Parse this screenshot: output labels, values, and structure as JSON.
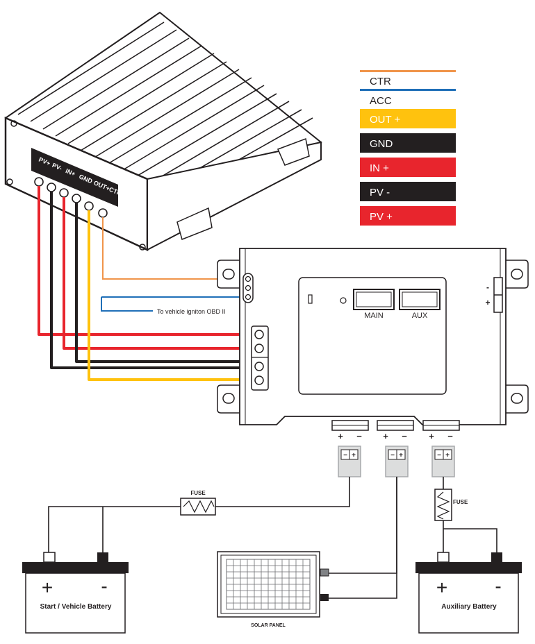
{
  "legend": {
    "ctr": "CTR",
    "acc": "ACC",
    "out_plus": "OUT +",
    "gnd": "GND",
    "in_plus": "IN +",
    "pv_minus": "PV -",
    "pv_plus": "PV +"
  },
  "dcdc_terminals": {
    "pv_plus": "PV+",
    "pv_minus": "PV-",
    "in_plus": "IN+",
    "gnd": "GND",
    "out_plus": "OUT+",
    "ctr": "CTR"
  },
  "annotation": "To vehicle igniton OBD II",
  "controller": {
    "main": "MAIN",
    "aux": "AUX",
    "side_minus": "-",
    "side_plus": "+"
  },
  "connectors": {
    "plus": "+",
    "minus": "−"
  },
  "fuse_label": "FUSE",
  "start_battery": {
    "label": "Start / Vehicle Battery",
    "plus": "+",
    "minus": "-"
  },
  "aux_battery": {
    "label": "Auxiliary Battery",
    "plus": "+",
    "minus": "-"
  },
  "solar_panel": "SOLAR PANEL",
  "colors": {
    "ctr": "#f0944a",
    "acc": "#1f6fb8",
    "out_plus": "#ffc20e",
    "gnd": "#231f20",
    "in_plus": "#e8252d",
    "pv_minus": "#231f20",
    "pv_plus": "#e8252d"
  }
}
